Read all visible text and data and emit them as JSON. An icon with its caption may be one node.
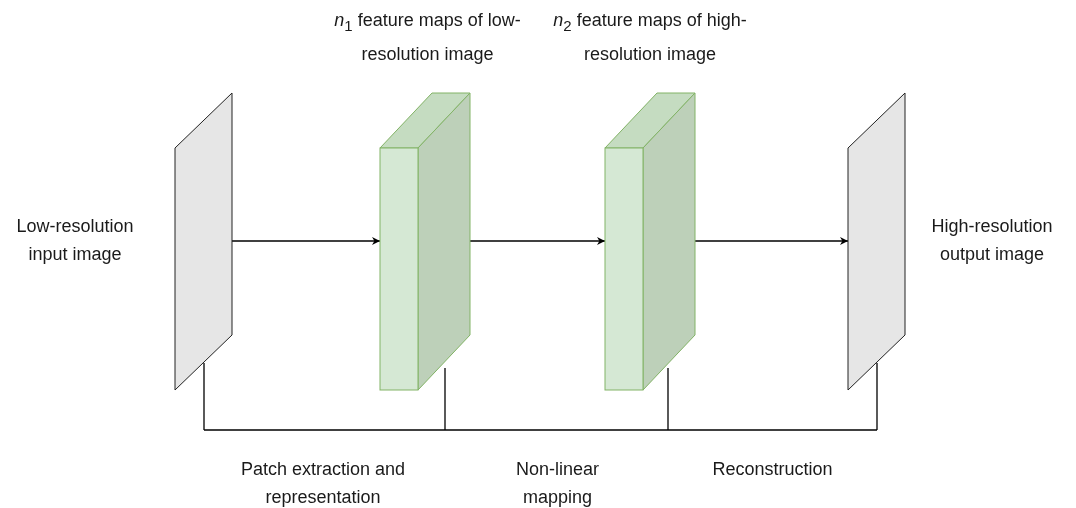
{
  "diagram": {
    "nodes": [
      {
        "text": [],
        "shape": "parallelogram",
        "beside": [
          "Low-resolution input image"
        ]
      },
      {
        "text": [],
        "shape": "cuboid",
        "beside": [
          "*n*$_{1}$ feature maps of low-resolution image"
        ]
      },
      {
        "text": [],
        "shape": "cuboid",
        "beside": [
          "*n*$_{2}$ feature maps of high-resolution image"
        ]
      },
      {
        "text": [],
        "shape": "parallelogram",
        "beside": [
          "High-resolution output image"
        ]
      }
    ],
    "edges": [
      {
        "from": 0,
        "to": 1,
        "arrow": "to"
      },
      {
        "from": 1,
        "to": 2,
        "arrow": "to"
      },
      {
        "from": 2,
        "to": 3,
        "arrow": "to"
      }
    ],
    "labels": [
      "Patch extraction and representation",
      "Non-linear mapping",
      "Reconstruction"
    ]
  }
}
